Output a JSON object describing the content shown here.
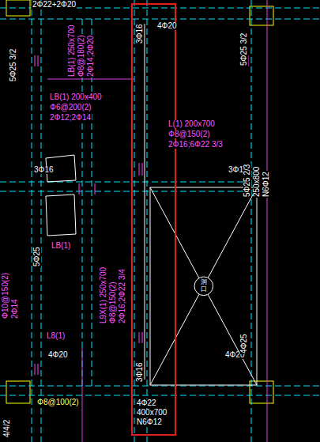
{
  "diagram": {
    "nodes": [
      {
        "text": [
          "洞口"
        ]
      }
    ],
    "labels": [
      "2Φ22+2Φ20",
      "5Φ25 3/2",
      "LB(1) 250x700",
      "Φ8@180(2)",
      "2Φ14;2Φ20",
      "3Φ16",
      "4Φ20",
      "5Φ25 3/2",
      "LB(1) 200x400",
      "Φ6@200(2)",
      "2Φ12;2Φ14",
      "L(1) 200x700",
      "Φ8@150(2)",
      "2Φ16;6Φ22 3/3",
      "3Φ16",
      "3Φ16",
      "5Φ25 2/3",
      "250x800",
      "N6Φ12",
      "5Φ25",
      "LB(1)",
      "L9X(1) 250x700",
      "Φ8@150(2)",
      "2Φ16;2Φ22 3/4",
      "Φ10@150(2)",
      "2Φ14",
      "L8(1)",
      "4Φ20",
      "4Φ20",
      "4Φ25",
      "3Φ16",
      "4Φ22",
      "400x700",
      "N6Φ12",
      "4/4/2",
      "Φ8@100(2)"
    ]
  }
}
